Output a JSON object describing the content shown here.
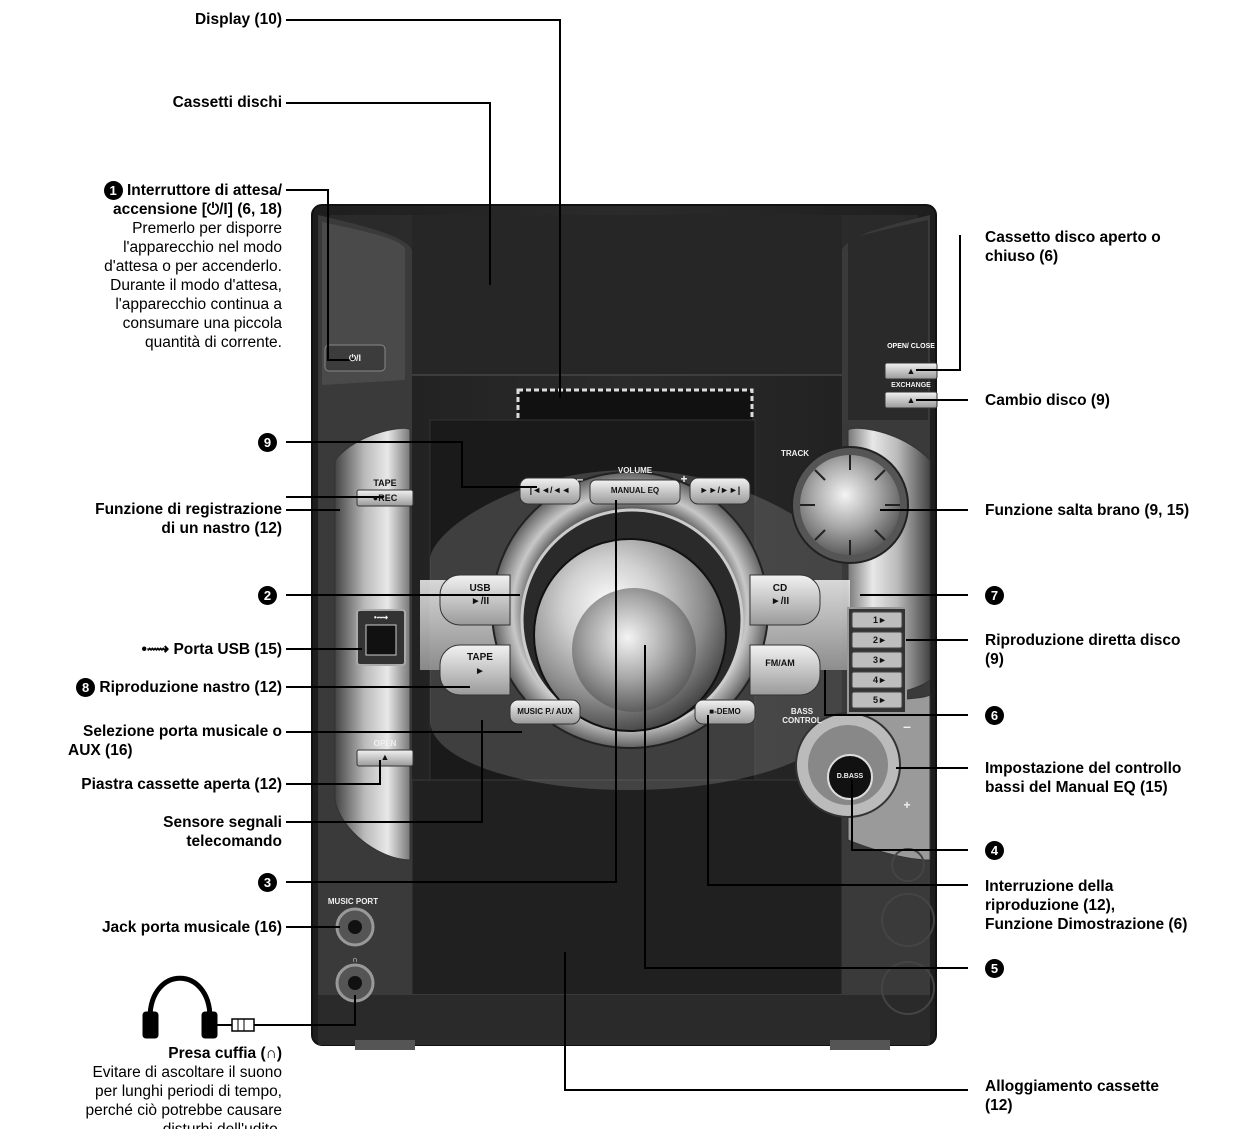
{
  "labels": {
    "display": "Display (10)",
    "disc_trays": "Cassetti dischi",
    "standby_title_1": "Interruttore di attesa/",
    "standby_title_2": "accensione [⏻/I] (6, 18)",
    "standby_desc_1": "Premerlo per disporre",
    "standby_desc_2": "l'apparecchio nel modo",
    "standby_desc_3": "d'attesa o per accenderlo.",
    "standby_desc_4": "Durante il modo d'attesa,",
    "standby_desc_5": "l'apparecchio continua a",
    "standby_desc_6": "consumare una piccola",
    "standby_desc_7": "quantità di corrente.",
    "tape_rec_1": "Funzione di registrazione",
    "tape_rec_2": "di un nastro (12)",
    "usb_port": "Porta USB (15)",
    "tape_play": "Riproduzione nastro (12)",
    "music_port_sel_1": "Selezione porta musicale o",
    "music_port_sel_2": "AUX (16)",
    "tape_deck_open": "Piastra cassette aperta (12)",
    "remote_sensor_1": "Sensore segnali",
    "remote_sensor_2": "telecomando",
    "music_port_jack": "Jack porta musicale (16)",
    "headphones_title": "Presa cuffia (∩)",
    "headphones_desc_1": "Evitare di ascoltare il suono",
    "headphones_desc_2": "per lunghi periodi di tempo,",
    "headphones_desc_3": "perché ciò potrebbe causare",
    "headphones_desc_4": "disturbi dell'udito.",
    "disc_open_close_1": "Cassetto disco aperto o",
    "disc_open_close_2": "chiuso (6)",
    "disc_exchange": "Cambio disco (9)",
    "track_skip": "Funzione salta brano (9, 15)",
    "direct_disc_1": "Riproduzione diretta disco",
    "direct_disc_2": "(9)",
    "bass_control_1": "Impostazione del controllo",
    "bass_control_2": "bassi del Manual EQ (15)",
    "stop_demo_1": "Interruzione della",
    "stop_demo_2": "riproduzione (12),",
    "stop_demo_3": "Funzione Dimostrazione (6)",
    "cassette_holder_1": "Alloggiamento cassette",
    "cassette_holder_2": "(12)"
  },
  "numbers": {
    "n1": "1",
    "n2": "2",
    "n3": "3",
    "n4": "4",
    "n5": "5",
    "n6": "6",
    "n7": "7",
    "n8": "8",
    "n9": "9"
  },
  "device": {
    "power_btn": "⏻/I",
    "open_close": "OPEN/ CLOSE",
    "exchange": "EXCHANGE",
    "track": "TRACK",
    "volume": "VOLUME",
    "vol_minus": "–",
    "vol_plus": "+",
    "manual_eq": "MANUAL EQ",
    "tape": "TAPE",
    "rec": "●REC",
    "usb": "USB",
    "usb_play": "►/II",
    "tape2": "TAPE",
    "tape_play": "►",
    "music_p_aux": "MUSIC P./ AUX",
    "open": "OPEN",
    "cd": "CD",
    "cd_play": "►/II",
    "fm_am": "FM/AM",
    "bass_control": "BASS CONTROL",
    "dbass": "D.BASS",
    "demo": "■-DEMO",
    "music_port": "MUSIC PORT",
    "disc1": "1►",
    "disc2": "2►",
    "disc3": "3►",
    "disc4": "4►",
    "disc5": "5►",
    "bass_minus": "–",
    "bass_plus": "+"
  }
}
